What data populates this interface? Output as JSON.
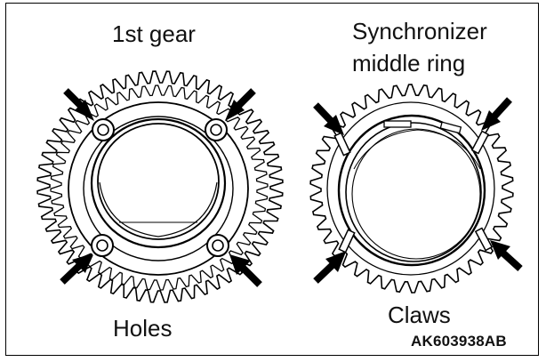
{
  "labels": {
    "gear": "1st gear",
    "ring_line1": "Synchronizer",
    "ring_line2": "middle ring",
    "holes": "Holes",
    "claws": "Claws",
    "code": "AK603938AB"
  },
  "colors": {
    "ink": "#000000",
    "paper": "#ffffff",
    "shade": "#d9d9d9"
  }
}
